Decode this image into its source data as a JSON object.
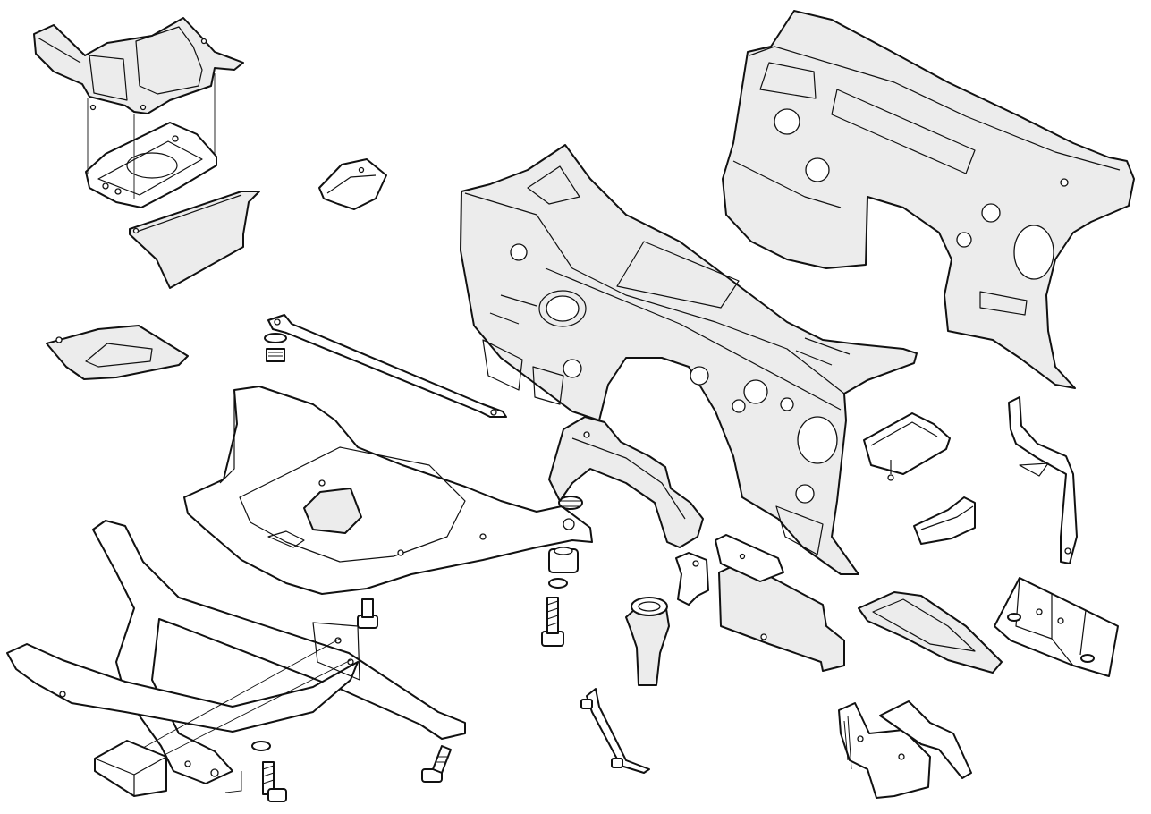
{
  "figure": {
    "kind": "exploded-parts-diagram",
    "colors": {
      "background": "#ffffff",
      "outline": "#111111",
      "panel_fill": "#ececec"
    },
    "parts": [
      "dash-panel-side-section",
      "dash-panel-bracket-plate",
      "dash-panel-lower-trim",
      "small-mounting-bracket",
      "floor-reinforcement-plate",
      "strut-tie-bar",
      "cowl-bulkhead-panel",
      "firewall-panel-rear",
      "front-subframe-cross-member",
      "engine-cradle-x-brace",
      "subframe-bolt",
      "rubber-bushing",
      "a-pillar-reinforcement",
      "curved-duct-elbow",
      "heater-box-plate",
      "cable-bracket-rod",
      "side-channel-bracket",
      "corner-bracket",
      "hanger-rod-bracket",
      "inner-sill-plate",
      "rear-mount-plate",
      "hinge-pillar-bracket"
    ]
  }
}
